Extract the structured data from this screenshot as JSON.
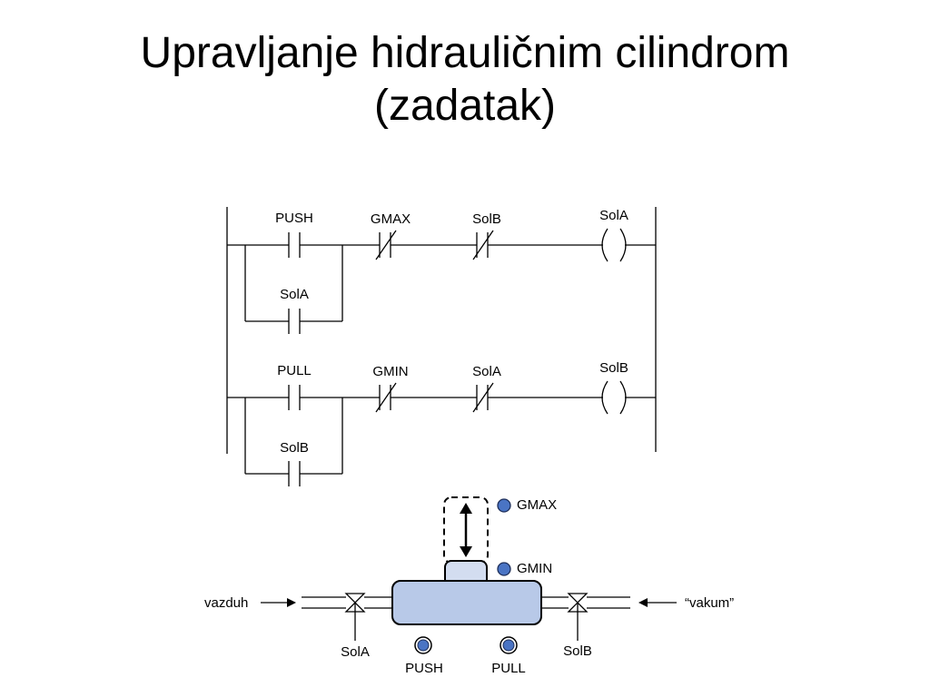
{
  "title": {
    "line1": "Upravljanje hidrauličnim cilindrom",
    "line2": "(zadatak)"
  },
  "ladder": {
    "rung1": {
      "contact_no": "PUSH",
      "contact_nc1": "GMAX",
      "contact_nc2": "SolB",
      "coil": "SolA",
      "seal_in": "SolA"
    },
    "rung2": {
      "contact_no": "PULL",
      "contact_nc1": "GMIN",
      "contact_nc2": "SolA",
      "coil": "SolB",
      "seal_in": "SolB"
    }
  },
  "cylinder": {
    "sensor_top": "GMAX",
    "sensor_bottom": "GMIN",
    "inlet_left": "vazduh",
    "inlet_right": "“vakum”",
    "valve_left": "SolA",
    "valve_right": "SolB",
    "button_left": "PUSH",
    "button_right": "PULL"
  },
  "colors": {
    "cylinder_fill": "#b8c9e8",
    "sensor_fill": "#4a74c4",
    "line": "#000000"
  }
}
